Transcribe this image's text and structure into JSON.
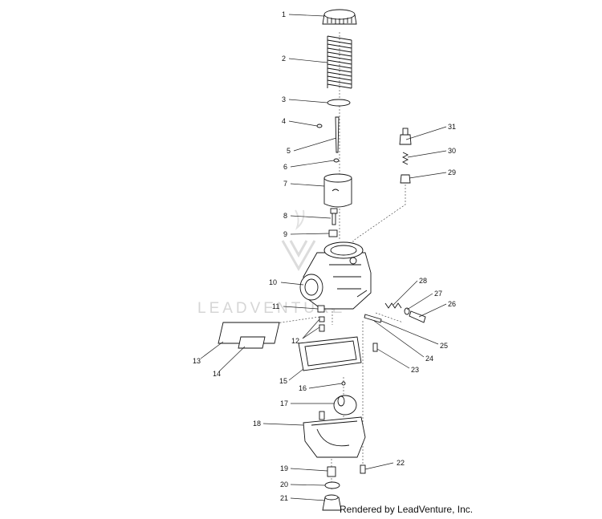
{
  "watermark": {
    "text": "LEADVENTURE"
  },
  "credit": "Rendered by LeadVenture, Inc.",
  "callouts": [
    {
      "id": "1",
      "label": "1"
    },
    {
      "id": "2",
      "label": "2"
    },
    {
      "id": "3",
      "label": "3"
    },
    {
      "id": "4",
      "label": "4"
    },
    {
      "id": "5",
      "label": "5"
    },
    {
      "id": "6",
      "label": "6"
    },
    {
      "id": "7",
      "label": "7"
    },
    {
      "id": "8",
      "label": "8"
    },
    {
      "id": "9",
      "label": "9"
    },
    {
      "id": "10",
      "label": "10"
    },
    {
      "id": "11",
      "label": "11"
    },
    {
      "id": "12",
      "label": "12"
    },
    {
      "id": "13",
      "label": "13"
    },
    {
      "id": "14",
      "label": "14"
    },
    {
      "id": "15",
      "label": "15"
    },
    {
      "id": "16",
      "label": "16"
    },
    {
      "id": "17",
      "label": "17"
    },
    {
      "id": "18",
      "label": "18"
    },
    {
      "id": "19",
      "label": "19"
    },
    {
      "id": "20",
      "label": "20"
    },
    {
      "id": "21",
      "label": "21"
    },
    {
      "id": "22",
      "label": "22"
    },
    {
      "id": "23",
      "label": "23"
    },
    {
      "id": "24",
      "label": "24"
    },
    {
      "id": "25",
      "label": "25"
    },
    {
      "id": "26",
      "label": "26"
    },
    {
      "id": "27",
      "label": "27"
    },
    {
      "id": "28",
      "label": "28"
    },
    {
      "id": "29",
      "label": "29"
    },
    {
      "id": "30",
      "label": "30"
    },
    {
      "id": "31",
      "label": "31"
    }
  ]
}
